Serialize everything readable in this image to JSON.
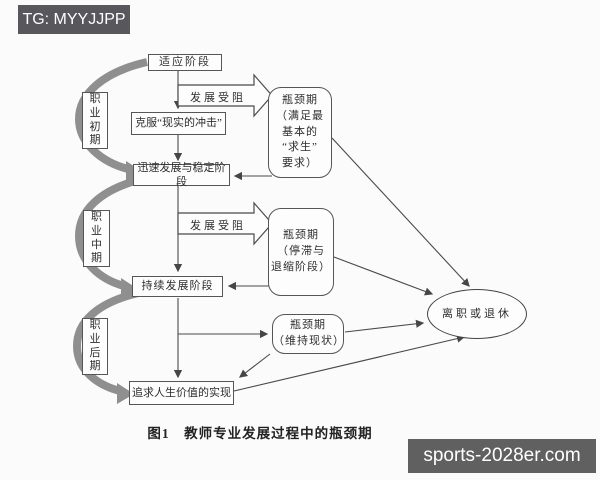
{
  "banner": {
    "text": "TG: MYYJJPP"
  },
  "watermark": {
    "text": "sports-2028er.com"
  },
  "figure": {
    "caption": "图1　教师专业发展过程中的瓶颈期",
    "stages": {
      "adaptation": "适应阶段",
      "overcome": "克服“现实的冲击”",
      "rapid": "迅速发展与稳定阶段",
      "sustained": "持续发展阶段",
      "pursuit": "追求人生价值的实现"
    },
    "career_periods": {
      "early": "职业初期",
      "mid": "职业中期",
      "late": "职业后期"
    },
    "bottlenecks": {
      "survival": [
        "瓶颈期",
        "（满足最",
        "基本的",
        "“求生”",
        "要求）"
      ],
      "stagnation": [
        "瓶颈期",
        "（停滞与",
        "退缩阶段）"
      ],
      "maintain": [
        "瓶颈期",
        "（维持现状）"
      ]
    },
    "edge_labels": {
      "blocked_top": "发展受阻",
      "blocked_mid": "发展受阻"
    },
    "outcome": "离职或退休"
  }
}
